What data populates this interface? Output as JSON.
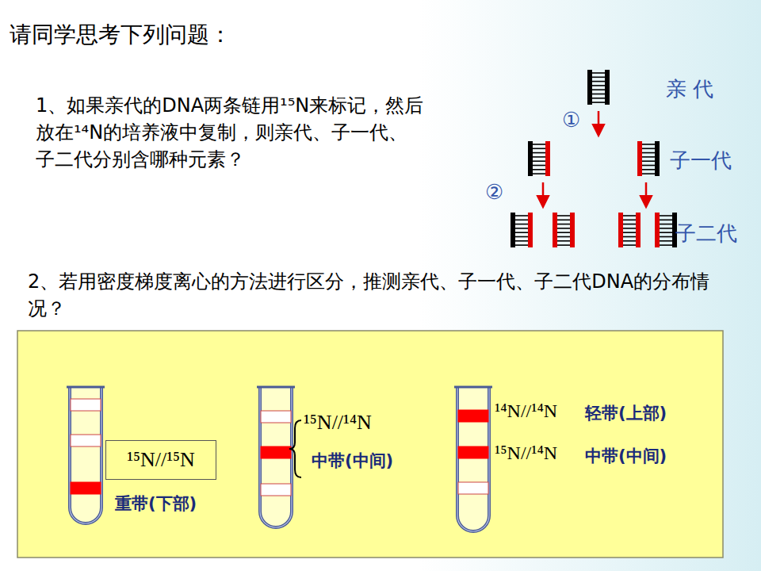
{
  "diagram": {
    "title": "请同学思考下列问题：",
    "nodes": [
      {
        "text": [
          "¹⁵N//¹⁵N"
        ]
      }
    ],
    "labels": [
      "1、如果亲代的DNA两条链用¹⁵N来标记，然后放在¹⁴N的培养液中复制，则亲代、子一代、子二代分别含哪种元素？",
      "亲 代",
      "①",
      "子一代",
      "②",
      "子二代",
      "2、若用密度梯度离心的方法进行区分，推测亲代、子一代、子二代DNA的分布情况？",
      "重带(下部)",
      "¹⁵N//¹⁴N",
      "中带(中间)",
      "¹⁴N//¹⁴N",
      "轻带(上部)",
      "¹⁵N//¹⁴N",
      "中带(中间)"
    ]
  }
}
